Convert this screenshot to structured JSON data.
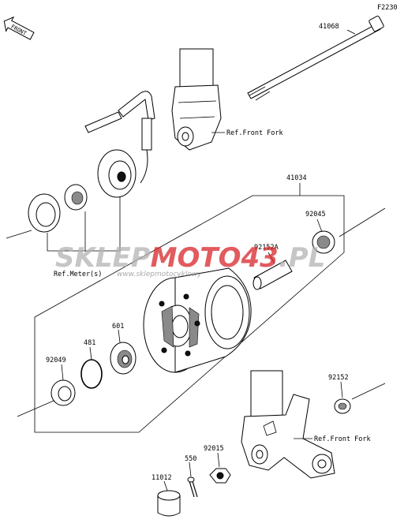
{
  "diagram_code": "F2230",
  "front_label": "FRONT",
  "watermark": {
    "brand_gray": "SKLEP",
    "brand_red": "MOTO",
    "brand_gray2": "43",
    "tld": ".PL",
    "url": "www.sklepmotocyklowy"
  },
  "references": {
    "front_fork_top": "Ref.Front Fork",
    "front_fork_bottom": "Ref.Front Fork",
    "meter": "Ref.Meter(s)"
  },
  "parts": [
    {
      "id": "41068"
    },
    {
      "id": "41034"
    },
    {
      "id": "92045"
    },
    {
      "id": "92152A"
    },
    {
      "id": "601"
    },
    {
      "id": "481"
    },
    {
      "id": "92049"
    },
    {
      "id": "92152"
    },
    {
      "id": "92015"
    },
    {
      "id": "550"
    },
    {
      "id": "11012"
    }
  ],
  "colors": {
    "line": "#000000",
    "watermark_red": "#d9252a",
    "watermark_gray": "#a0a0a0"
  }
}
